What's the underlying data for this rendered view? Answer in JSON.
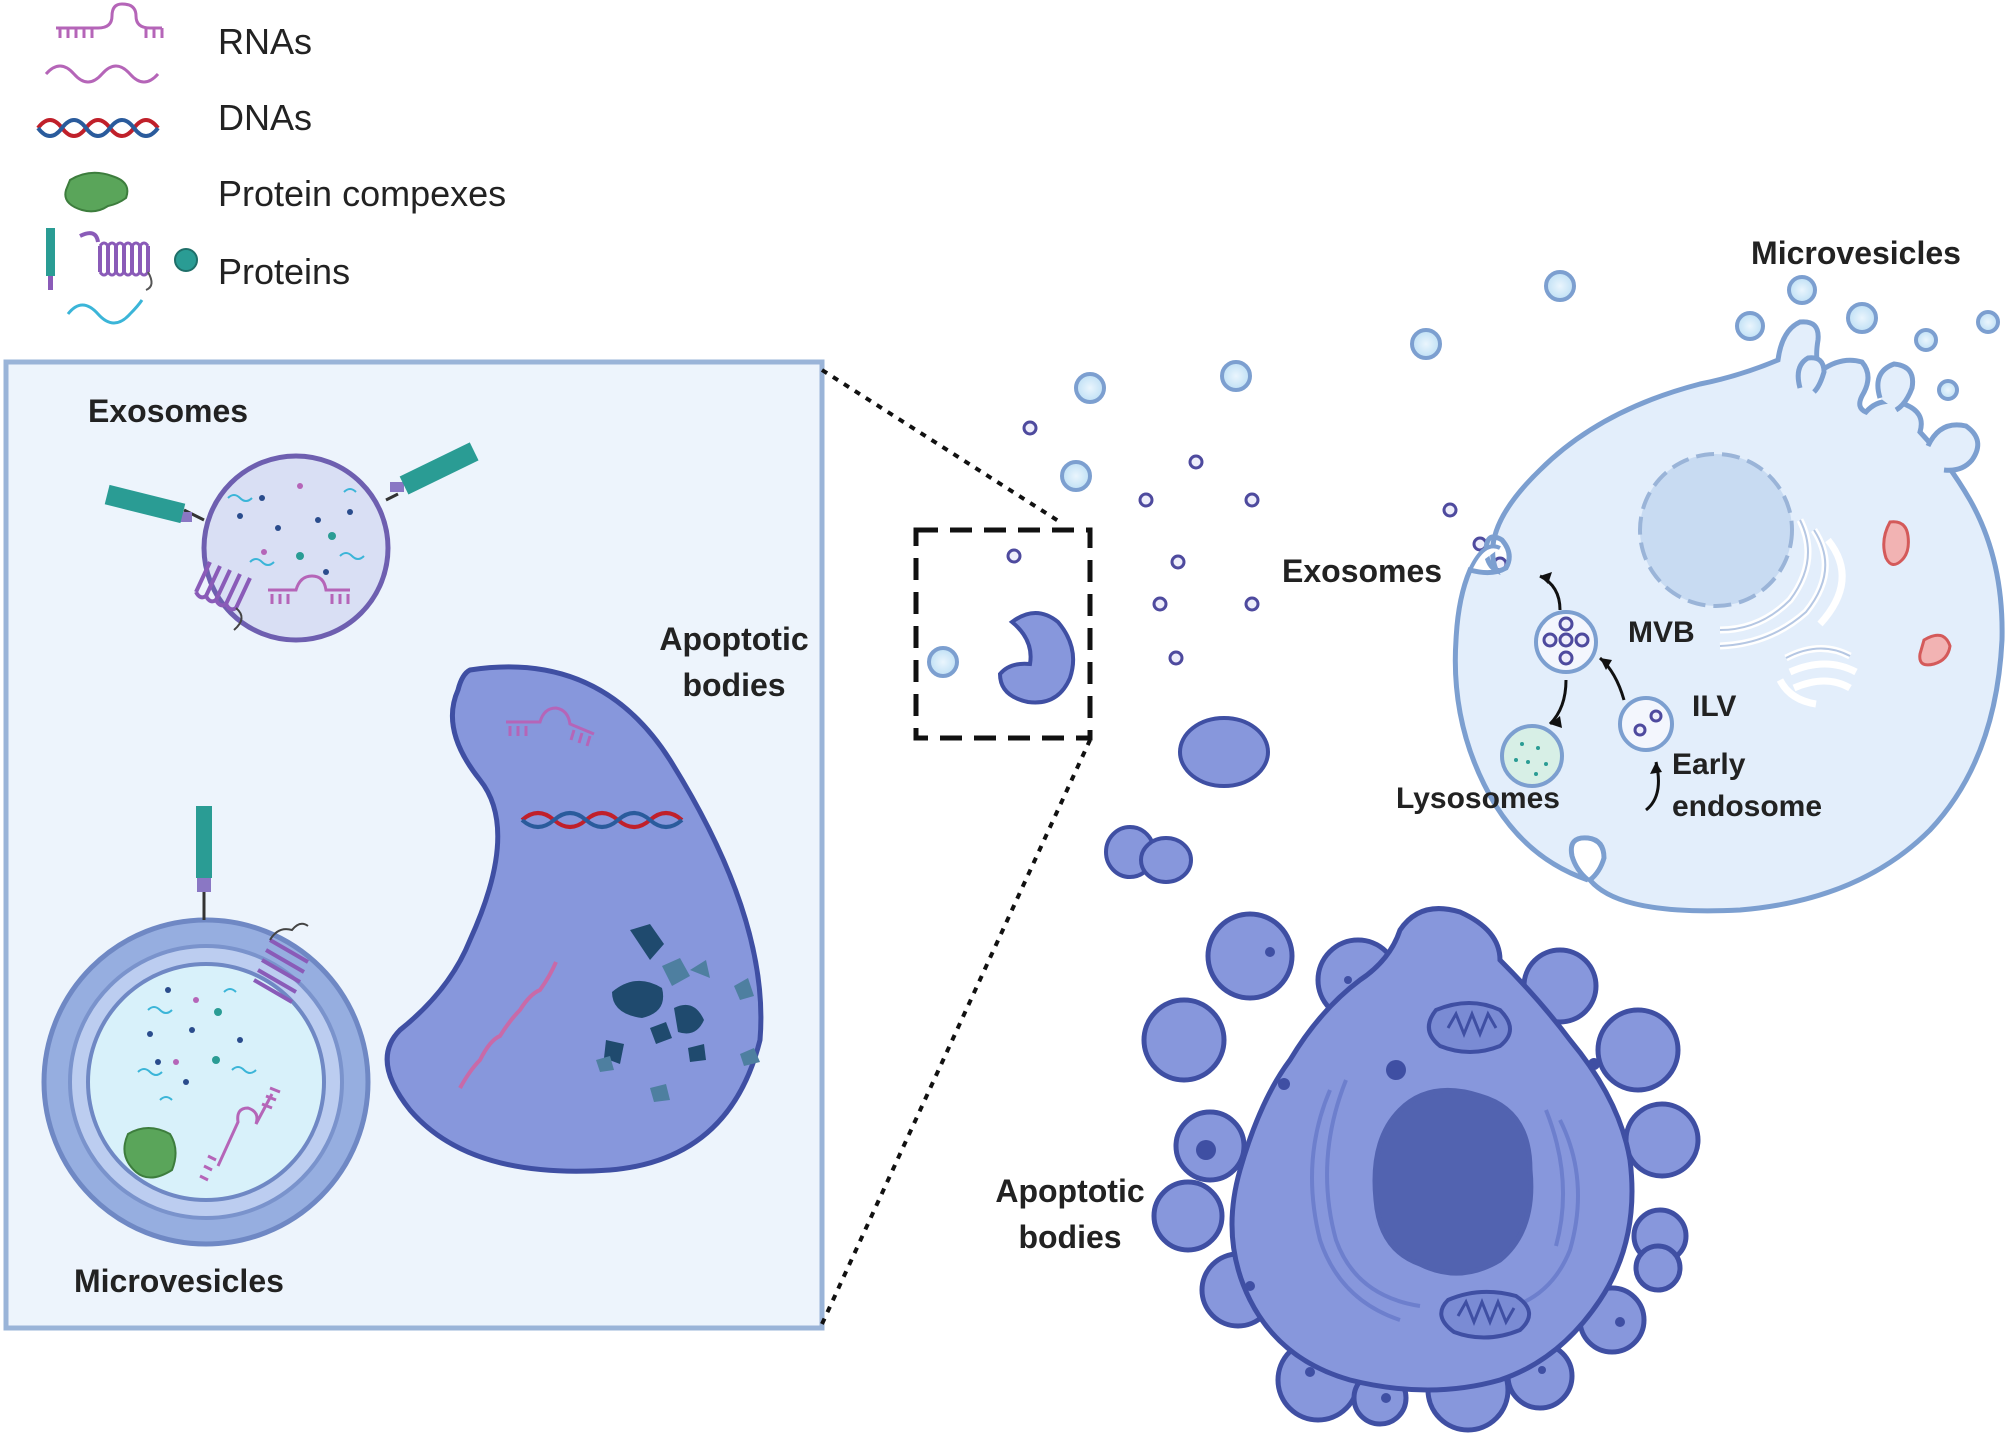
{
  "legend": {
    "items": [
      {
        "label": "RNAs",
        "icon": "rna-icon"
      },
      {
        "label": "DNAs",
        "icon": "dna-icon"
      },
      {
        "label": "Protein compexes",
        "icon": "protein-complex-icon"
      },
      {
        "label": "Proteins",
        "icon": "protein-icon"
      }
    ]
  },
  "inset": {
    "exosomes": "Exosomes",
    "microvesicles": "Microvesicles",
    "apoptotic_line1": "Apoptotic",
    "apoptotic_line2": "bodies"
  },
  "scene": {
    "microvesicles": "Microvesicles",
    "exosomes": "Exosomes",
    "mvb": "MVB",
    "ilv": "ILV",
    "lysosomes": "Lysosomes",
    "early_line1": "Early",
    "early_line2": "endosome",
    "apoptotic_line1": "Apoptotic",
    "apoptotic_line2": "bodies"
  },
  "colors": {
    "rna": "#b565b8",
    "dna_red": "#c0202a",
    "dna_blue": "#2a5b9c",
    "protein_complex": "#5aa55a",
    "protein_teal": "#2a9c94",
    "protein_purple": "#8a5bb8",
    "apoptotic_fill": "#8797dc",
    "apoptotic_stroke": "#3f4fa3",
    "cell_fill": "#e3eefb",
    "cell_stroke": "#7c9fd0",
    "inset_fill": "#edf4fc",
    "inset_stroke": "#9ab4d8"
  }
}
